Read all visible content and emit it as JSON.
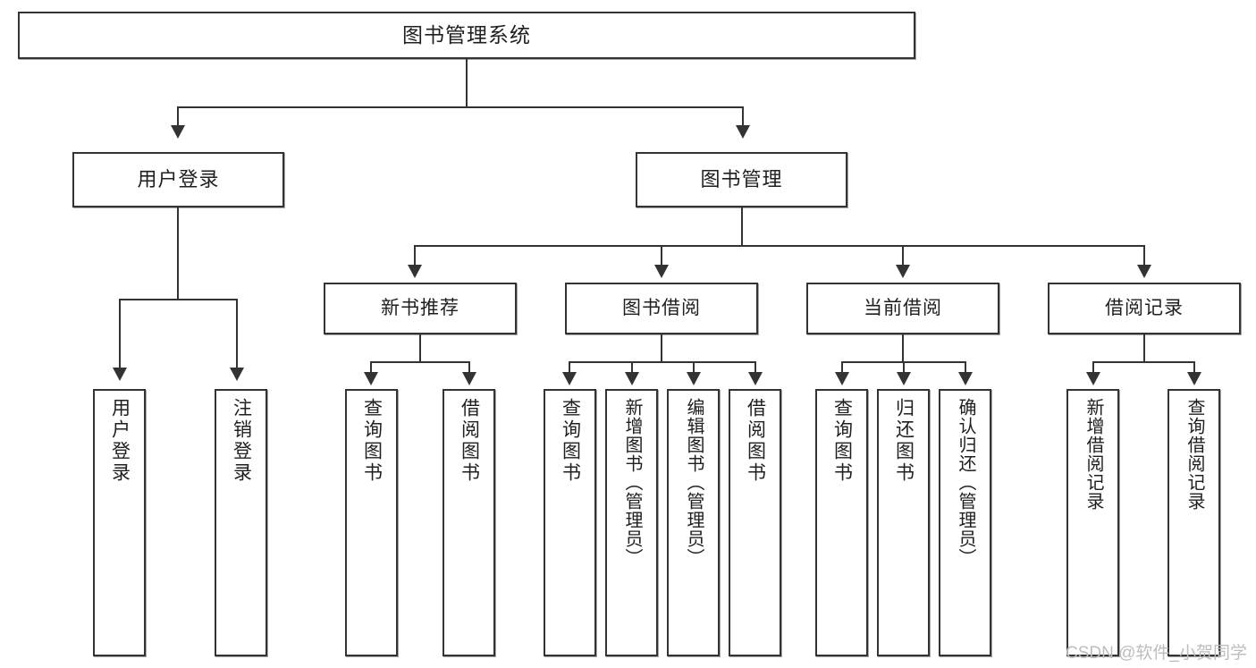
{
  "diagram": {
    "type": "tree-hierarchy",
    "title": "图书管理系统",
    "root": {
      "label": "图书管理系统"
    },
    "level2": [
      {
        "label": "用户登录"
      },
      {
        "label": "图书管理"
      }
    ],
    "level3": [
      {
        "label": "新书推荐"
      },
      {
        "label": "图书借阅"
      },
      {
        "label": "当前借阅"
      },
      {
        "label": "借阅记录"
      }
    ],
    "leaves": {
      "user_login": [
        {
          "label": "用户登录"
        },
        {
          "label": "注销登录"
        }
      ],
      "new_book_recommend": [
        {
          "label": "查询图书"
        },
        {
          "label": "借阅图书"
        }
      ],
      "book_borrow": [
        {
          "label": "查询图书"
        },
        {
          "label": "新增图书（管理员）"
        },
        {
          "label": "编辑图书（管理员）"
        },
        {
          "label": "借阅图书"
        }
      ],
      "current_borrow": [
        {
          "label": "查询图书"
        },
        {
          "label": "归还图书"
        },
        {
          "label": "确认归还（管理员）"
        }
      ],
      "borrow_record": [
        {
          "label": "新增借阅记录"
        },
        {
          "label": "查询借阅记录"
        }
      ]
    }
  },
  "watermark": {
    "text": "CSDN @软件_小贺同学"
  },
  "colors": {
    "stroke": "#333333",
    "background": "#ffffff",
    "text": "#1f1f1f",
    "watermark": "#bdbdbd"
  }
}
